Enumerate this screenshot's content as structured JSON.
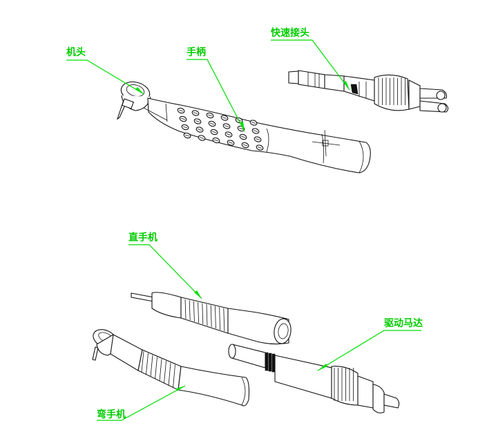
{
  "labels": {
    "jitou": "机头",
    "shoubing": "手柄",
    "kuaisu": "快速接头",
    "zhishouji": "直手机",
    "qudong": "驱动马达",
    "wanshouji": "弯手机"
  },
  "colors": {
    "label": "#00cc00",
    "leader": "#00dd00",
    "lines": "#111111",
    "background": "#ffffff"
  }
}
